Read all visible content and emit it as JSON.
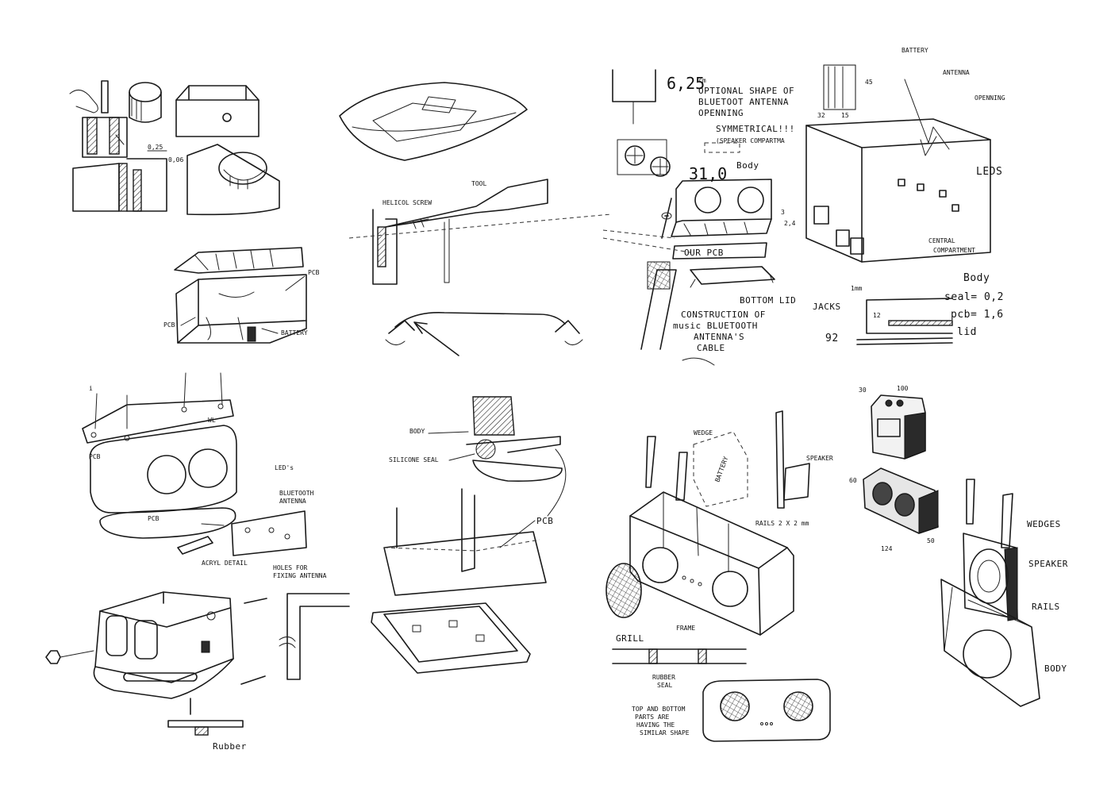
{
  "labels": {
    "pcb_top": "PCB",
    "pcb_left": "PCB",
    "battery_small": "BATTERY",
    "helicol": "HELICOL",
    "screw": "SCREW",
    "tool": "TOOL",
    "dim_625": "6,25",
    "cm": "cm",
    "optional_shape": "OPTIONAL SHAPE OF",
    "bluetooth_antenna": "BLUETOOT ANTENNA",
    "openning": "OPENNING",
    "symmetrical": "SYMMETRICAL!!!",
    "speaker_compartment": "(SPEAKER COMPARTMA",
    "dim_310": "31,0",
    "body": "Body",
    "dim_3": "3",
    "dim_24": "2,4",
    "our_pcb": "OUR PCB",
    "bottom_lid": "BOTTOM LID",
    "construction_1": "CONSTRUCTION OF",
    "construction_2": "music BLUETOOTH",
    "construction_3": "ANTENNA'S",
    "construction_4": "CABLE",
    "battery": "BATTERY",
    "antenna": "ANTENNA",
    "openning_right": "OPENNING",
    "dim_45": "45",
    "dim_32": "32",
    "dim_15": "15",
    "leds": "LEDS",
    "jacks": "JACKS",
    "central_1": "CENTRAL",
    "central_2": "COMPARTMENT",
    "dim_1mm": "1mm",
    "body_2": "Body",
    "seal": "seal= 0,2",
    "pcb_thick": "pcb= 1,6",
    "lid": "lid",
    "dim_12": "12",
    "dim_92": "92",
    "leds_lower": "LED's",
    "bt_antenna_1": "BLUETOOTH",
    "bt_antenna_2": "ANTENNA",
    "pcb_lower": "PCB",
    "pcb_lower2": "PCB",
    "acryl_detail": "ACRYL DETAIL",
    "holes_1": "HOLES FOR",
    "holes_2": "FIXING ANTENNA",
    "rubber": "Rubber",
    "body_seal": "BODY",
    "silicone_seal": "SILICONE SEAL",
    "pcb_mid": "PCB",
    "wedge": "WEDGE",
    "battery_vertical": "BATTERY",
    "speaker": "SPEAKER",
    "rails": "RAILS 2 X 2 mm",
    "grill": "GRILL",
    "frame": "FRAME",
    "rubber_seal_1": "RUBBER",
    "rubber_seal_2": "SEAL",
    "top_bottom_1": "TOP AND BOTTOM",
    "top_bottom_2": "PARTS ARE",
    "top_bottom_3": "HAVING THE",
    "top_bottom_4": "SIMILAR SHAPE",
    "dim_30": "30",
    "dim_100": "100",
    "dim_60": "60",
    "dim_124": "124",
    "dim_50": "50",
    "wedges": "WEDGES",
    "speaker_right": "SPEAKER",
    "rails_right": "RAILS",
    "body_right": "BODY",
    "dim_025": "0,25",
    "dim_006": "0,06",
    "wl": "WL",
    "dim_i": "i"
  }
}
